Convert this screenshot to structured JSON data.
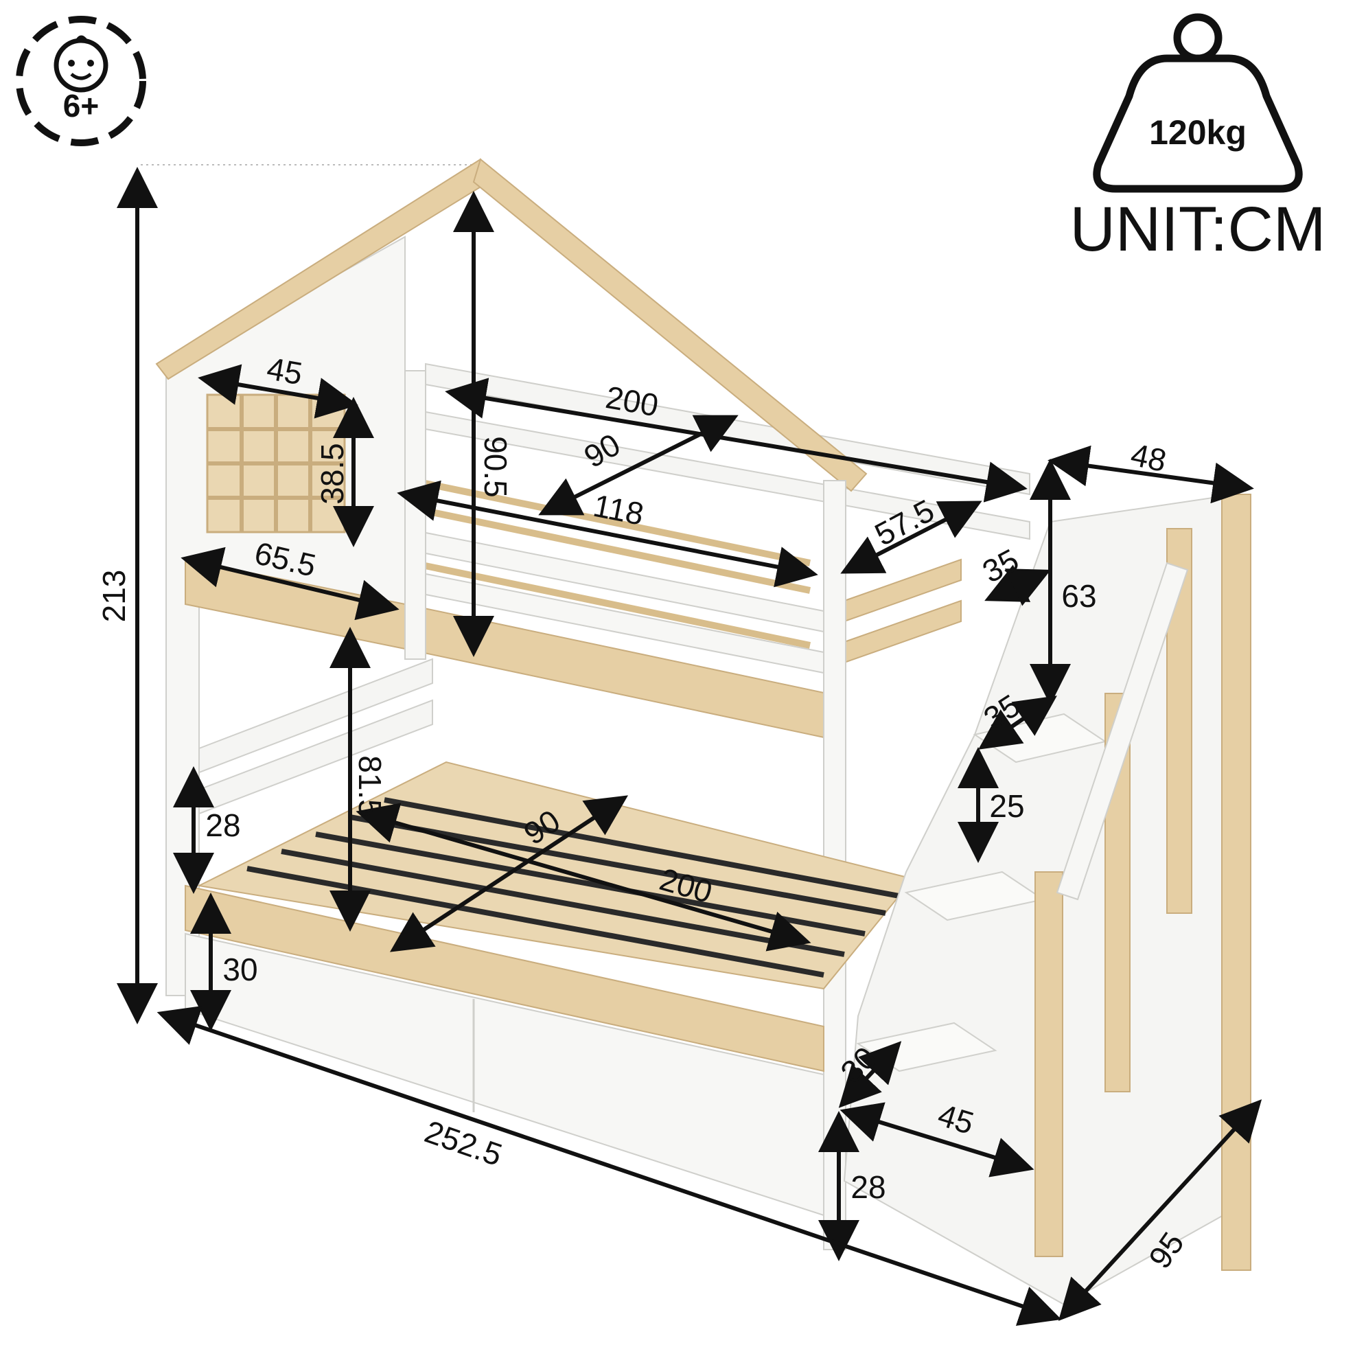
{
  "badges": {
    "age": "6+",
    "max_load": "120kg",
    "unit": "UNIT:CM"
  },
  "dimensions": {
    "total_height": "213",
    "roof_peak_height": "90.5",
    "window_width": "45",
    "window_height": "38.5",
    "upper_length": "200",
    "upper_width": "90",
    "upper_inner_length": "118",
    "upper_side_panel": "65.5",
    "upper_guard_opening": "57.5",
    "rail_height_upper": "35",
    "stair_rail_height": "63",
    "stair_depth": "48",
    "step_depth": "35",
    "step_height": "25",
    "lower_clearance": "81.5",
    "lower_width": "90",
    "lower_length": "200",
    "lower_guard_height": "28",
    "drawer_height": "30",
    "bottom_step_depth": "30",
    "stair_width": "45",
    "stair_base_height": "28",
    "overall_length": "252.5",
    "overall_width": "95"
  },
  "colors": {
    "wood": "#e6cfa4",
    "wood_dark": "#c9ad7e",
    "white_panel": "#f5f5f3",
    "outline": "#c8c8c4",
    "ink": "#111111"
  }
}
